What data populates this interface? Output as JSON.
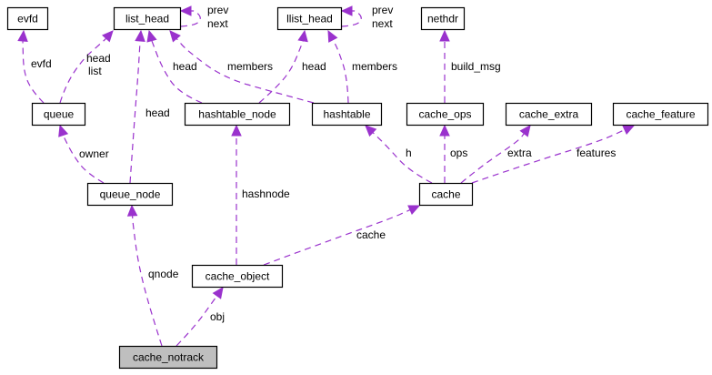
{
  "diagram": {
    "title": "cache_notrack collaboration graph",
    "edge_color": "#9a32cd",
    "focus_fill": "#bfbfbf",
    "nodes": [
      {
        "id": "evfd",
        "label": "evfd"
      },
      {
        "id": "list_head",
        "label": "list_head"
      },
      {
        "id": "llist_head",
        "label": "llist_head"
      },
      {
        "id": "nethdr",
        "label": "nethdr"
      },
      {
        "id": "queue",
        "label": "queue"
      },
      {
        "id": "hashtable_node",
        "label": "hashtable_node"
      },
      {
        "id": "hashtable",
        "label": "hashtable"
      },
      {
        "id": "cache_ops",
        "label": "cache_ops"
      },
      {
        "id": "cache_extra",
        "label": "cache_extra"
      },
      {
        "id": "cache_feature",
        "label": "cache_feature"
      },
      {
        "id": "queue_node",
        "label": "queue_node"
      },
      {
        "id": "cache",
        "label": "cache"
      },
      {
        "id": "cache_object",
        "label": "cache_object"
      },
      {
        "id": "cache_notrack",
        "label": "cache_notrack",
        "focus": true
      }
    ],
    "edges": [
      {
        "from": "queue",
        "to": "evfd",
        "label": "evfd"
      },
      {
        "from": "queue",
        "to": "list_head",
        "label": "head\nlist"
      },
      {
        "from": "list_head",
        "to": "list_head",
        "label": "prev\nnext"
      },
      {
        "from": "hashtable_node",
        "to": "list_head",
        "label": "head"
      },
      {
        "from": "hashtable",
        "to": "list_head",
        "label": "members"
      },
      {
        "from": "queue_node",
        "to": "list_head",
        "label": "head"
      },
      {
        "from": "llist_head",
        "to": "llist_head",
        "label": "prev\nnext"
      },
      {
        "from": "hashtable_node",
        "to": "llist_head",
        "label": "head"
      },
      {
        "from": "hashtable",
        "to": "llist_head",
        "label": "members"
      },
      {
        "from": "cache_ops",
        "to": "nethdr",
        "label": "build_msg"
      },
      {
        "from": "queue_node",
        "to": "queue",
        "label": "owner"
      },
      {
        "from": "cache_object",
        "to": "hashtable_node",
        "label": "hashnode"
      },
      {
        "from": "cache",
        "to": "hashtable",
        "label": "h"
      },
      {
        "from": "cache",
        "to": "cache_ops",
        "label": "ops"
      },
      {
        "from": "cache",
        "to": "cache_extra",
        "label": "extra"
      },
      {
        "from": "cache",
        "to": "cache_feature",
        "label": "features"
      },
      {
        "from": "cache_object",
        "to": "cache",
        "label": "cache"
      },
      {
        "from": "cache_notrack",
        "to": "queue_node",
        "label": "qnode"
      },
      {
        "from": "cache_notrack",
        "to": "cache_object",
        "label": "obj"
      }
    ]
  }
}
